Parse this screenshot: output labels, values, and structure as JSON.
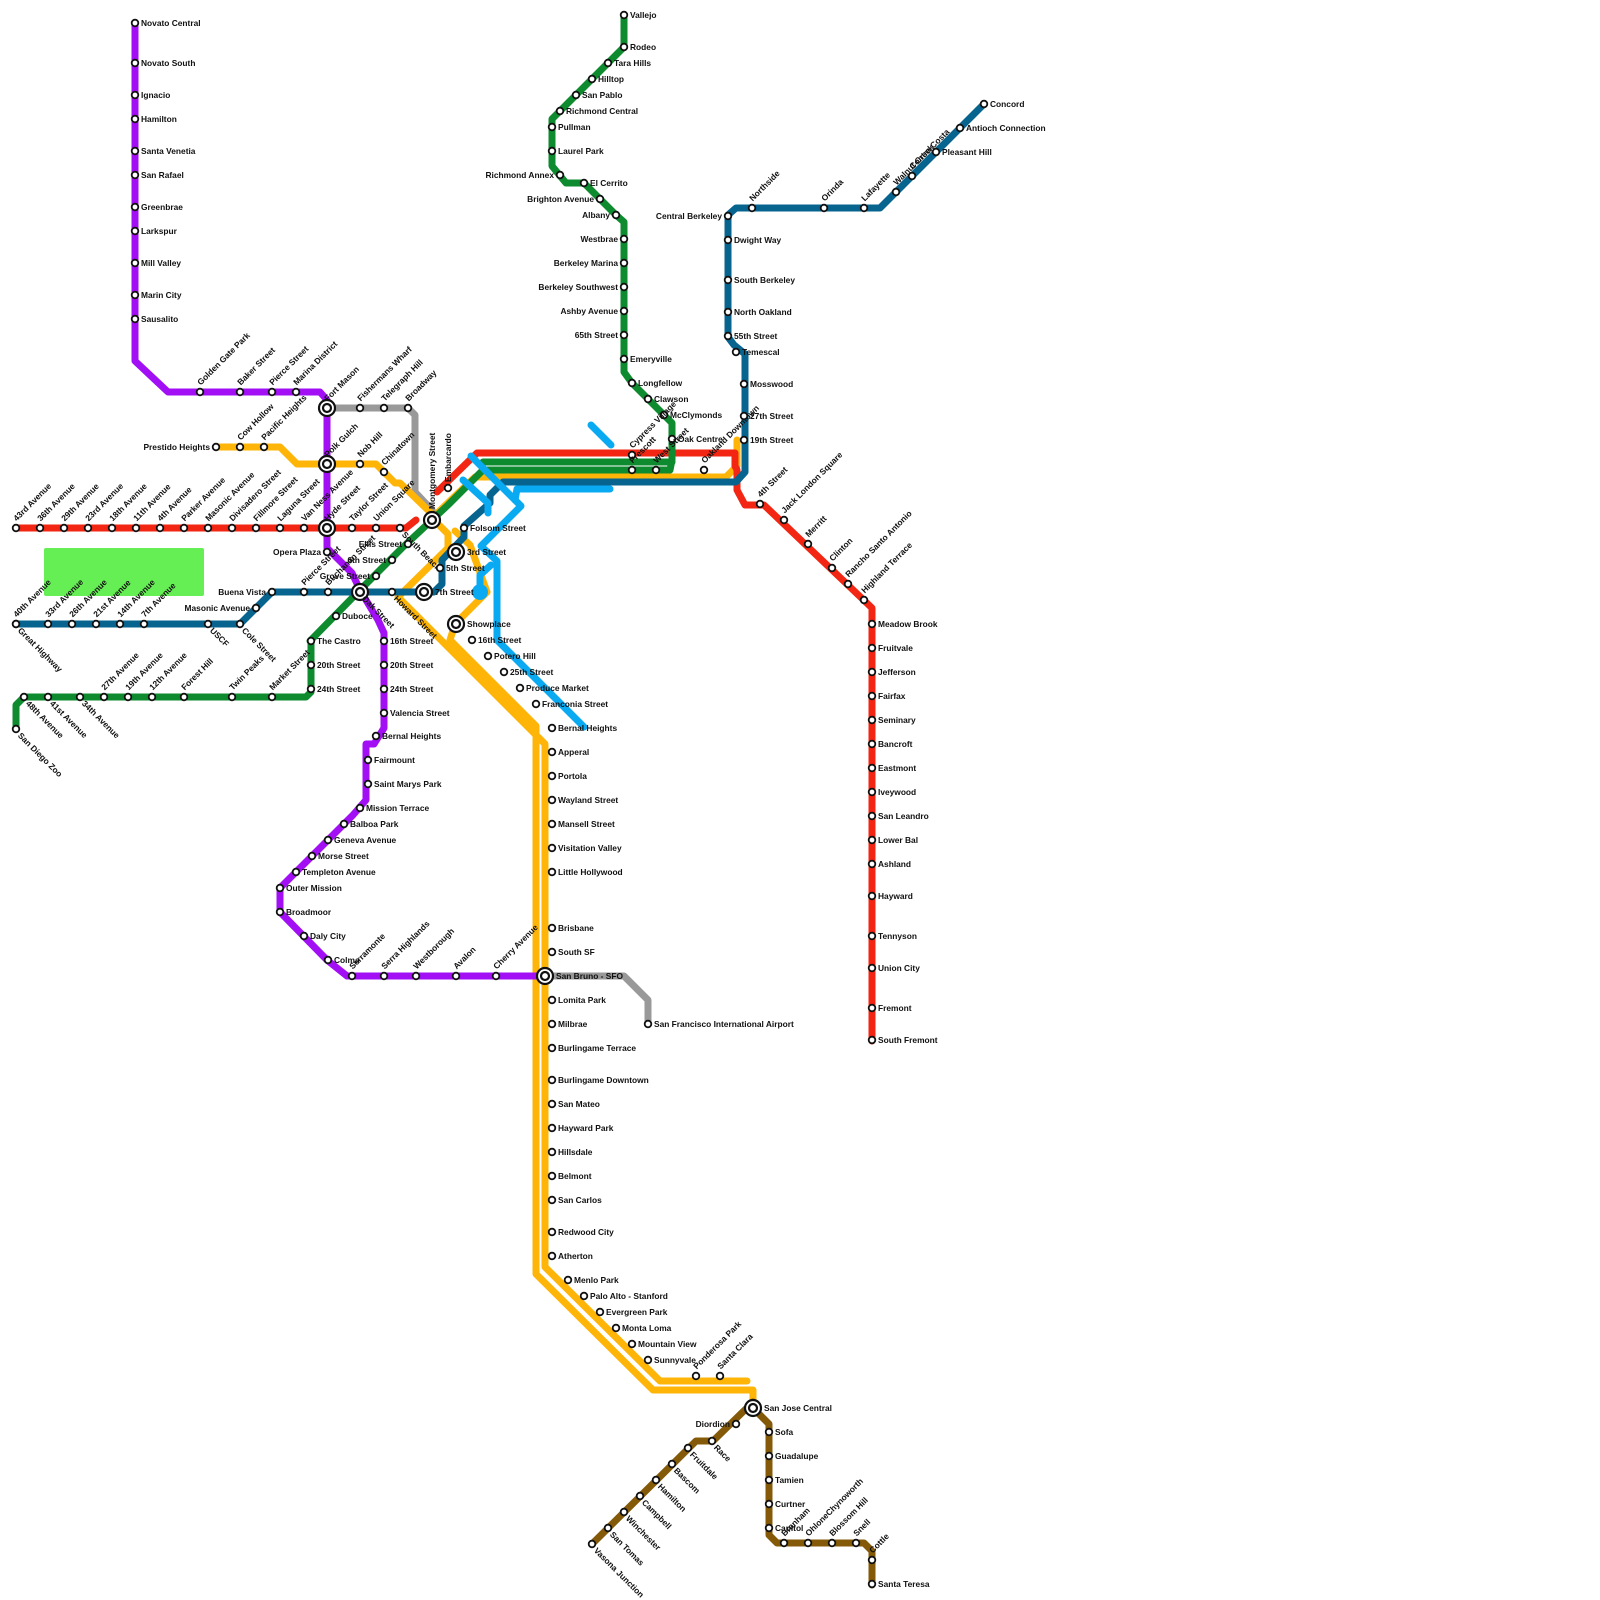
{
  "colors": {
    "purple": "#a20ff5",
    "red": "#f22613",
    "yellow": "#ffb508",
    "green": "#0e8a2f",
    "blue": "#07648f",
    "cyan": "#0aaaf2",
    "gray": "#999999",
    "brown": "#845a08",
    "park": "#66ee55"
  },
  "stations": [
    {
      "id": "novato-central",
      "name": "Novato Central"
    },
    {
      "id": "novato-south",
      "name": "Novato South"
    },
    {
      "id": "ignacio",
      "name": "Ignacio"
    },
    {
      "id": "hamilton",
      "name": "Hamilton"
    },
    {
      "id": "santa-venetia",
      "name": "Santa Venetia"
    },
    {
      "id": "san-rafael",
      "name": "San Rafael"
    },
    {
      "id": "greenbrae",
      "name": "Greenbrae"
    },
    {
      "id": "larkspur",
      "name": "Larkspur"
    },
    {
      "id": "mill-valley",
      "name": "Mill Valley"
    },
    {
      "id": "marin-city",
      "name": "Marin City"
    },
    {
      "id": "sausalito",
      "name": "Sausalito"
    },
    {
      "id": "golden-gate-park",
      "name": "Golden Gate Park"
    },
    {
      "id": "baker-street",
      "name": "Baker Street"
    },
    {
      "id": "pierce-street-n",
      "name": "Pierce Street"
    },
    {
      "id": "marina-district",
      "name": "Marina District"
    },
    {
      "id": "fort-mason",
      "name": "Fort Mason"
    },
    {
      "id": "fishermans-wharf",
      "name": "Fishermans Wharf"
    },
    {
      "id": "telegraph-hill",
      "name": "Telegraph Hill"
    },
    {
      "id": "broadway",
      "name": "Broadway"
    },
    {
      "id": "prestido-heights",
      "name": "Prestido Heights"
    },
    {
      "id": "cow-hollow",
      "name": "Cow Hollow"
    },
    {
      "id": "pacific-heights",
      "name": "Pacific Heights"
    },
    {
      "id": "polk-gulch",
      "name": "Polk Gulch"
    },
    {
      "id": "nob-hill",
      "name": "Nob Hill"
    },
    {
      "id": "chinatown",
      "name": "Chinatown"
    },
    {
      "id": "montgomery-street",
      "name": "Montgomery Street"
    },
    {
      "id": "embarcardo",
      "name": "Embarcardo"
    },
    {
      "id": "43rd-avenue",
      "name": "43rd Avenue"
    },
    {
      "id": "36th-avenue",
      "name": "36th Avenue"
    },
    {
      "id": "29th-avenue",
      "name": "29th Avenue"
    },
    {
      "id": "23rd-avenue",
      "name": "23rd Avenue"
    },
    {
      "id": "18th-avenue",
      "name": "18th Avenue"
    },
    {
      "id": "11th-avenue",
      "name": "11th Avenue"
    },
    {
      "id": "4th-avenue",
      "name": "4th Avenue"
    },
    {
      "id": "parker-avenue",
      "name": "Parker Avenue"
    },
    {
      "id": "masonic-avenue-n",
      "name": "Masonic Avenue"
    },
    {
      "id": "divisadero-street",
      "name": "Divisadero Street"
    },
    {
      "id": "fillmore-street",
      "name": "Fillmore Street"
    },
    {
      "id": "laguna-street",
      "name": "Laguna Street"
    },
    {
      "id": "van-ness-avenue",
      "name": "Van Ness Avenue"
    },
    {
      "id": "hyde-street",
      "name": "Hyde Street"
    },
    {
      "id": "taylor-street",
      "name": "Taylor Street"
    },
    {
      "id": "union-square",
      "name": "Union Square"
    },
    {
      "id": "south-beach",
      "name": "South Beach"
    },
    {
      "id": "opera-plaza",
      "name": "Opera Plaza"
    },
    {
      "id": "ellis-street",
      "name": "Ellis Street"
    },
    {
      "id": "6th-street",
      "name": "6th Street"
    },
    {
      "id": "grove-street",
      "name": "Grove Street"
    },
    {
      "id": "folsom-street",
      "name": "Folsom Street"
    },
    {
      "id": "3rd-street",
      "name": "3rd Street"
    },
    {
      "id": "5th-street",
      "name": "5th Street"
    },
    {
      "id": "7th-street",
      "name": "7th Street"
    },
    {
      "id": "buena-vista",
      "name": "Buena Vista"
    },
    {
      "id": "masonic-avenue-s",
      "name": "Masonic Avenue"
    },
    {
      "id": "pierce-street-s",
      "name": "Pierce Street"
    },
    {
      "id": "buchanan-street",
      "name": "Buchanan Street"
    },
    {
      "id": "duboce",
      "name": "Duboce"
    },
    {
      "id": "oak-street",
      "name": "Oak Street"
    },
    {
      "id": "howard-street",
      "name": "Howard Street"
    },
    {
      "id": "showplace",
      "name": "Showplace"
    },
    {
      "id": "40th-avenue",
      "name": "40th Avenue"
    },
    {
      "id": "33rd-avenue",
      "name": "33rd Avenue"
    },
    {
      "id": "26th-avenue",
      "name": "26th Avenue"
    },
    {
      "id": "21st-avenue",
      "name": "21st Avenue"
    },
    {
      "id": "14th-avenue",
      "name": "14th Avenue"
    },
    {
      "id": "7th-avenue",
      "name": "7th Avenue"
    },
    {
      "id": "uscf",
      "name": "USCF"
    },
    {
      "id": "cole-street",
      "name": "Cole Street"
    },
    {
      "id": "great-highway",
      "name": "Great Highway"
    },
    {
      "id": "48th-avenue",
      "name": "48th Avenue"
    },
    {
      "id": "41st-avenue",
      "name": "41st Avenue"
    },
    {
      "id": "34th-avenue",
      "name": "34th Avenue"
    },
    {
      "id": "27th-avenue",
      "name": "27th Avenue"
    },
    {
      "id": "19th-avenue",
      "name": "19th Avenue"
    },
    {
      "id": "12th-avenue",
      "name": "12th Avenue"
    },
    {
      "id": "forest-hill",
      "name": "Forest Hill"
    },
    {
      "id": "twin-peaks",
      "name": "Twin Peaks"
    },
    {
      "id": "market-street",
      "name": "Market Street"
    },
    {
      "id": "san-diego-zoo",
      "name": "San Diego Zoo"
    },
    {
      "id": "the-castro",
      "name": "The Castro"
    },
    {
      "id": "20th-street-g",
      "name": "20th Street"
    },
    {
      "id": "24th-street-g",
      "name": "24th Street"
    },
    {
      "id": "16th-street-p",
      "name": "16th Street"
    },
    {
      "id": "20th-street-p",
      "name": "20th Street"
    },
    {
      "id": "24th-street-p",
      "name": "24th Street"
    },
    {
      "id": "valencia-street",
      "name": "Valencia Street"
    },
    {
      "id": "bernal-heights-p",
      "name": "Bernal Heights"
    },
    {
      "id": "fairmount",
      "name": "Fairmount"
    },
    {
      "id": "saint-marys-park",
      "name": "Saint Marys Park"
    },
    {
      "id": "mission-terrace",
      "name": "Mission Terrace"
    },
    {
      "id": "balboa-park",
      "name": "Balboa Park"
    },
    {
      "id": "geneva-avenue",
      "name": "Geneva Avenue"
    },
    {
      "id": "morse-street",
      "name": "Morse Street"
    },
    {
      "id": "templeton-avenue",
      "name": "Templeton Avenue"
    },
    {
      "id": "outer-mission",
      "name": "Outer Mission"
    },
    {
      "id": "broadmoor",
      "name": "Broadmoor"
    },
    {
      "id": "daly-city",
      "name": "Daly City"
    },
    {
      "id": "colma",
      "name": "Colma"
    },
    {
      "id": "serramonte",
      "name": "Serramonte"
    },
    {
      "id": "serra-highlands",
      "name": "Serra Highlands"
    },
    {
      "id": "westborough",
      "name": "Westborough"
    },
    {
      "id": "avalon",
      "name": "Avalon"
    },
    {
      "id": "cherry-avenue",
      "name": "Cherry Avenue"
    },
    {
      "id": "16th-street-y",
      "name": "16th Street"
    },
    {
      "id": "potero-hill",
      "name": "Potero Hill"
    },
    {
      "id": "25th-street",
      "name": "25th Street"
    },
    {
      "id": "produce-market",
      "name": "Produce Market"
    },
    {
      "id": "franconia-street",
      "name": "Franconia Street"
    },
    {
      "id": "bernal-heights-y",
      "name": "Bernal Heights"
    },
    {
      "id": "apperal",
      "name": "Apperal"
    },
    {
      "id": "portola",
      "name": "Portola"
    },
    {
      "id": "wayland-street",
      "name": "Wayland Street"
    },
    {
      "id": "mansell-street",
      "name": "Mansell Street"
    },
    {
      "id": "visitation-valley",
      "name": "Visitation Valley"
    },
    {
      "id": "little-hollywood",
      "name": "Little Hollywood"
    },
    {
      "id": "brisbane",
      "name": "Brisbane"
    },
    {
      "id": "south-sf",
      "name": "South SF"
    },
    {
      "id": "san-bruno-sfo",
      "name": "San Bruno - SFO"
    },
    {
      "id": "lomita-park",
      "name": "Lomita Park"
    },
    {
      "id": "milbrae",
      "name": "Milbrae"
    },
    {
      "id": "burlingame-terrace",
      "name": "Burlingame Terrace"
    },
    {
      "id": "burlingame-downtown",
      "name": "Burlingame Downtown"
    },
    {
      "id": "san-mateo",
      "name": "San Mateo"
    },
    {
      "id": "hayward-park",
      "name": "Hayward Park"
    },
    {
      "id": "hillsdale",
      "name": "Hillsdale"
    },
    {
      "id": "belmont",
      "name": "Belmont"
    },
    {
      "id": "san-carlos",
      "name": "San Carlos"
    },
    {
      "id": "redwood-city",
      "name": "Redwood City"
    },
    {
      "id": "atherton",
      "name": "Atherton"
    },
    {
      "id": "menlo-park",
      "name": "Menlo Park"
    },
    {
      "id": "palo-alto-stanford",
      "name": "Palo Alto - Stanford"
    },
    {
      "id": "evergreen-park",
      "name": "Evergreen Park"
    },
    {
      "id": "monta-loma",
      "name": "Monta Loma"
    },
    {
      "id": "mountain-view",
      "name": "Mountain View"
    },
    {
      "id": "sunnyvale",
      "name": "Sunnyvale"
    },
    {
      "id": "ponderosa-park",
      "name": "Ponderosa Park"
    },
    {
      "id": "santa-clara",
      "name": "Santa Clara"
    },
    {
      "id": "sfo",
      "name": "San Francisco International Airport"
    },
    {
      "id": "vallejo",
      "name": "Vallejo"
    },
    {
      "id": "rodeo",
      "name": "Rodeo"
    },
    {
      "id": "tara-hills",
      "name": "Tara Hills"
    },
    {
      "id": "hilltop",
      "name": "Hilltop"
    },
    {
      "id": "san-pablo",
      "name": "San Pablo"
    },
    {
      "id": "richmond-central",
      "name": "Richmond Central"
    },
    {
      "id": "pullman",
      "name": "Pullman"
    },
    {
      "id": "laurel-park",
      "name": "Laurel Park"
    },
    {
      "id": "richmond-annex",
      "name": "Richmond Annex"
    },
    {
      "id": "el-cerrito",
      "name": "El Cerrito"
    },
    {
      "id": "brighton-avenue",
      "name": "Brighton Avenue"
    },
    {
      "id": "albany",
      "name": "Albany"
    },
    {
      "id": "westbrae",
      "name": "Westbrae"
    },
    {
      "id": "berkeley-marina",
      "name": "Berkeley Marina"
    },
    {
      "id": "berkeley-southwest",
      "name": "Berkeley Southwest"
    },
    {
      "id": "ashby-avenue",
      "name": "Ashby Avenue"
    },
    {
      "id": "65th-street",
      "name": "65th Street"
    },
    {
      "id": "emeryville",
      "name": "Emeryville"
    },
    {
      "id": "longfellow",
      "name": "Longfellow"
    },
    {
      "id": "clawson",
      "name": "Clawson"
    },
    {
      "id": "mcclymonds",
      "name": "McClymonds"
    },
    {
      "id": "oak-centre",
      "name": "Oak Centre"
    },
    {
      "id": "cypress-village",
      "name": "Cypress Village"
    },
    {
      "id": "prescott",
      "name": "Prescott"
    },
    {
      "id": "west-street",
      "name": "West Street"
    },
    {
      "id": "oakland-downtown",
      "name": "Oakland Downtown"
    },
    {
      "id": "concord",
      "name": "Concord"
    },
    {
      "id": "antioch-connection",
      "name": "Antioch Connection"
    },
    {
      "id": "pleasant-hill",
      "name": "Pleasant Hill"
    },
    {
      "id": "contra-costa",
      "name": "Contra Costa"
    },
    {
      "id": "walnut-creek",
      "name": "Walnut Creek"
    },
    {
      "id": "lafayette",
      "name": "Lafayette"
    },
    {
      "id": "orinda",
      "name": "Orinda"
    },
    {
      "id": "northside",
      "name": "Northside"
    },
    {
      "id": "central-berkeley",
      "name": "Central Berkeley"
    },
    {
      "id": "dwight-way",
      "name": "Dwight Way"
    },
    {
      "id": "south-berkeley",
      "name": "South Berkeley"
    },
    {
      "id": "north-oakland",
      "name": "North Oakland"
    },
    {
      "id": "55th-street",
      "name": "55th Street"
    },
    {
      "id": "temescal",
      "name": "Temescal"
    },
    {
      "id": "mosswood",
      "name": "Mosswood"
    },
    {
      "id": "27th-street",
      "name": "27th Street"
    },
    {
      "id": "19th-street",
      "name": "19th Street"
    },
    {
      "id": "4th-street",
      "name": "4th Street"
    },
    {
      "id": "jack-london-square",
      "name": "Jack London Square"
    },
    {
      "id": "merritt",
      "name": "Merritt"
    },
    {
      "id": "clinton",
      "name": "Clinton"
    },
    {
      "id": "rancho-santo-antonio",
      "name": "Rancho Santo Antonio"
    },
    {
      "id": "highland-terrace",
      "name": "Highland Terrace"
    },
    {
      "id": "meadow-brook",
      "name": "Meadow Brook"
    },
    {
      "id": "fruitvale",
      "name": "Fruitvale"
    },
    {
      "id": "jefferson",
      "name": "Jefferson"
    },
    {
      "id": "fairfax",
      "name": "Fairfax"
    },
    {
      "id": "seminary",
      "name": "Seminary"
    },
    {
      "id": "bancroft",
      "name": "Bancroft"
    },
    {
      "id": "eastmont",
      "name": "Eastmont"
    },
    {
      "id": "iveywood",
      "name": "Iveywood"
    },
    {
      "id": "san-leandro",
      "name": "San Leandro"
    },
    {
      "id": "lower-bal",
      "name": "Lower Bal"
    },
    {
      "id": "ashland",
      "name": "Ashland"
    },
    {
      "id": "hayward",
      "name": "Hayward"
    },
    {
      "id": "tennyson",
      "name": "Tennyson"
    },
    {
      "id": "union-city",
      "name": "Union City"
    },
    {
      "id": "fremont",
      "name": "Fremont"
    },
    {
      "id": "south-fremont",
      "name": "South Fremont"
    },
    {
      "id": "san-jose-central",
      "name": "San Jose Central"
    },
    {
      "id": "diordion",
      "name": "Diordion"
    },
    {
      "id": "sofa",
      "name": "Sofa"
    },
    {
      "id": "guadalupe",
      "name": "Guadalupe"
    },
    {
      "id": "tamien",
      "name": "Tamien"
    },
    {
      "id": "curtner",
      "name": "Curtner"
    },
    {
      "id": "capitol",
      "name": "Capitol"
    },
    {
      "id": "branham",
      "name": "Branham"
    },
    {
      "id": "ohlonechynoworth",
      "name": "OhloneChynoworth"
    },
    {
      "id": "blossom-hill",
      "name": "Blossom Hill"
    },
    {
      "id": "snell",
      "name": "Snell"
    },
    {
      "id": "cottle",
      "name": "Cottle"
    },
    {
      "id": "santa-teresa",
      "name": "Santa Teresa"
    },
    {
      "id": "race",
      "name": "Race"
    },
    {
      "id": "fruitdale",
      "name": "Fruitdale"
    },
    {
      "id": "bascom",
      "name": "Bascom"
    },
    {
      "id": "hamilton-s",
      "name": "Hamilton"
    },
    {
      "id": "campbell",
      "name": "Campbell"
    },
    {
      "id": "winchester",
      "name": "Winchester"
    },
    {
      "id": "san-tomas",
      "name": "San Tomas"
    },
    {
      "id": "vasona-junction",
      "name": "Vasona Junction"
    }
  ]
}
